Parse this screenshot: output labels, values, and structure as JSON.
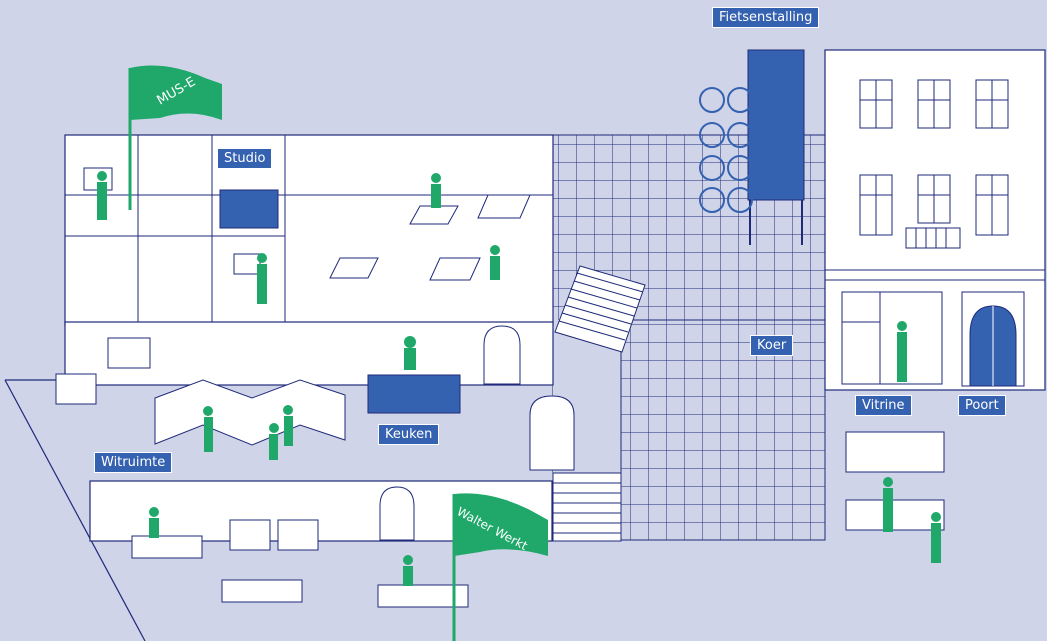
{
  "labels": {
    "fietsenstalling": "Fietsenstalling",
    "studio": "Studio",
    "koer": "Koer",
    "keuken": "Keuken",
    "witruimte": "Witruimte",
    "vitrine": "Vitrine",
    "poort": "Poort"
  },
  "flags": {
    "mus_e": "MUS-E",
    "walter_werkt": "Walter Werkt"
  },
  "colors": {
    "background": "#cfd4e8",
    "line": "#1f2a7a",
    "label_fill": "#3462b0",
    "accent_green": "#1fa86a",
    "white": "#ffffff"
  }
}
